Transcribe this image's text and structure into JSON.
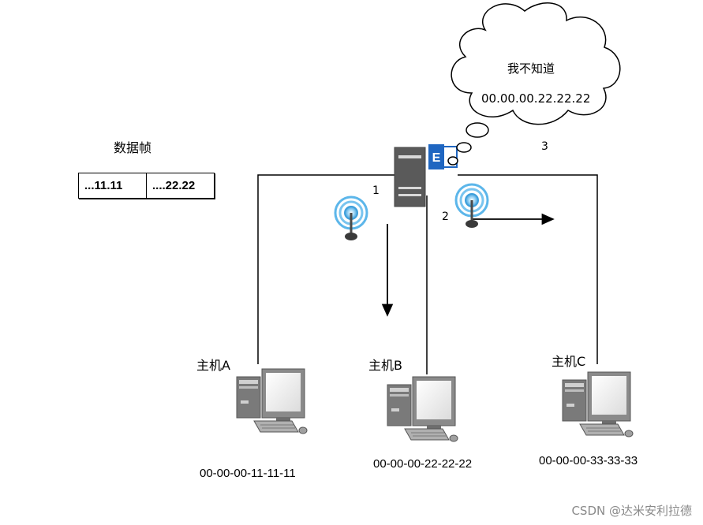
{
  "frame": {
    "title": "数据帧",
    "cells": [
      "...11.11",
      "....22.22"
    ]
  },
  "thought": {
    "line1": "我不知道",
    "line2": "00.00.00.22.22.22"
  },
  "steps": [
    "1",
    "2",
    "3"
  ],
  "hosts": [
    {
      "label": "主机A",
      "mac": "00-00-00-11-11-11"
    },
    {
      "label": "主机B",
      "mac": "00-00-00-22-22-22"
    },
    {
      "label": "主机C",
      "mac": "00-00-00-33-33-33"
    }
  ],
  "icons": {
    "server": "server-icon",
    "exchange": "exchange-icon",
    "antenna": "wifi-antenna-icon",
    "computer": "desktop-computer-icon"
  },
  "colors": {
    "antenna": "#4aa8e0",
    "exchange": "#1f66c1",
    "server": "#5a5a5a",
    "watermark": "#8a8a8a"
  },
  "watermark": "CSDN @达米安利拉德"
}
